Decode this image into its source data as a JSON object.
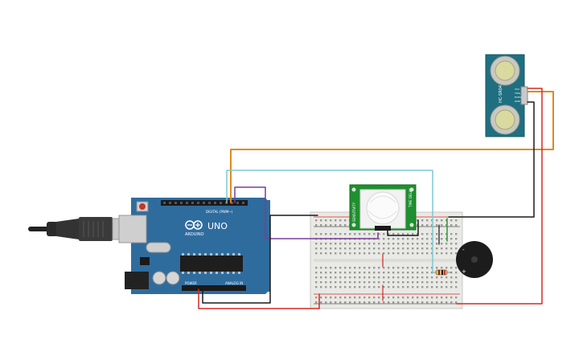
{
  "colors": {
    "background": "#ffffff",
    "arduino_board": "#2f6c9e",
    "arduino_dark": "#1f4f78",
    "breadboard": "#e9e9e6",
    "pir_board": "#1f8f2f",
    "sonar_board": "#1f6f80",
    "wire_orange": "#e08a1a",
    "wire_cyan": "#7ec9cf",
    "wire_purple": "#7a3d99",
    "wire_black": "#1a1a1a",
    "wire_red": "#d42a22",
    "wire_green": "#2a9d2a"
  },
  "arduino": {
    "brand": "UNO",
    "maker": "ARDUINO",
    "digital_label": "DIGITAL (PWM~)",
    "power_label": "POWER",
    "analog_label": "ANALOG IN"
  },
  "pir": {
    "label_left": "SENSITIVITY",
    "label_right": "TIME DELAY"
  },
  "sonar": {
    "label": "HC-SR04",
    "pins": [
      "VCC",
      "TRIG",
      "ECHO",
      "GND"
    ]
  },
  "icons": {
    "usb": "usb-cable-icon",
    "buzzer": "piezo-buzzer-icon",
    "resistor": "resistor-icon"
  }
}
